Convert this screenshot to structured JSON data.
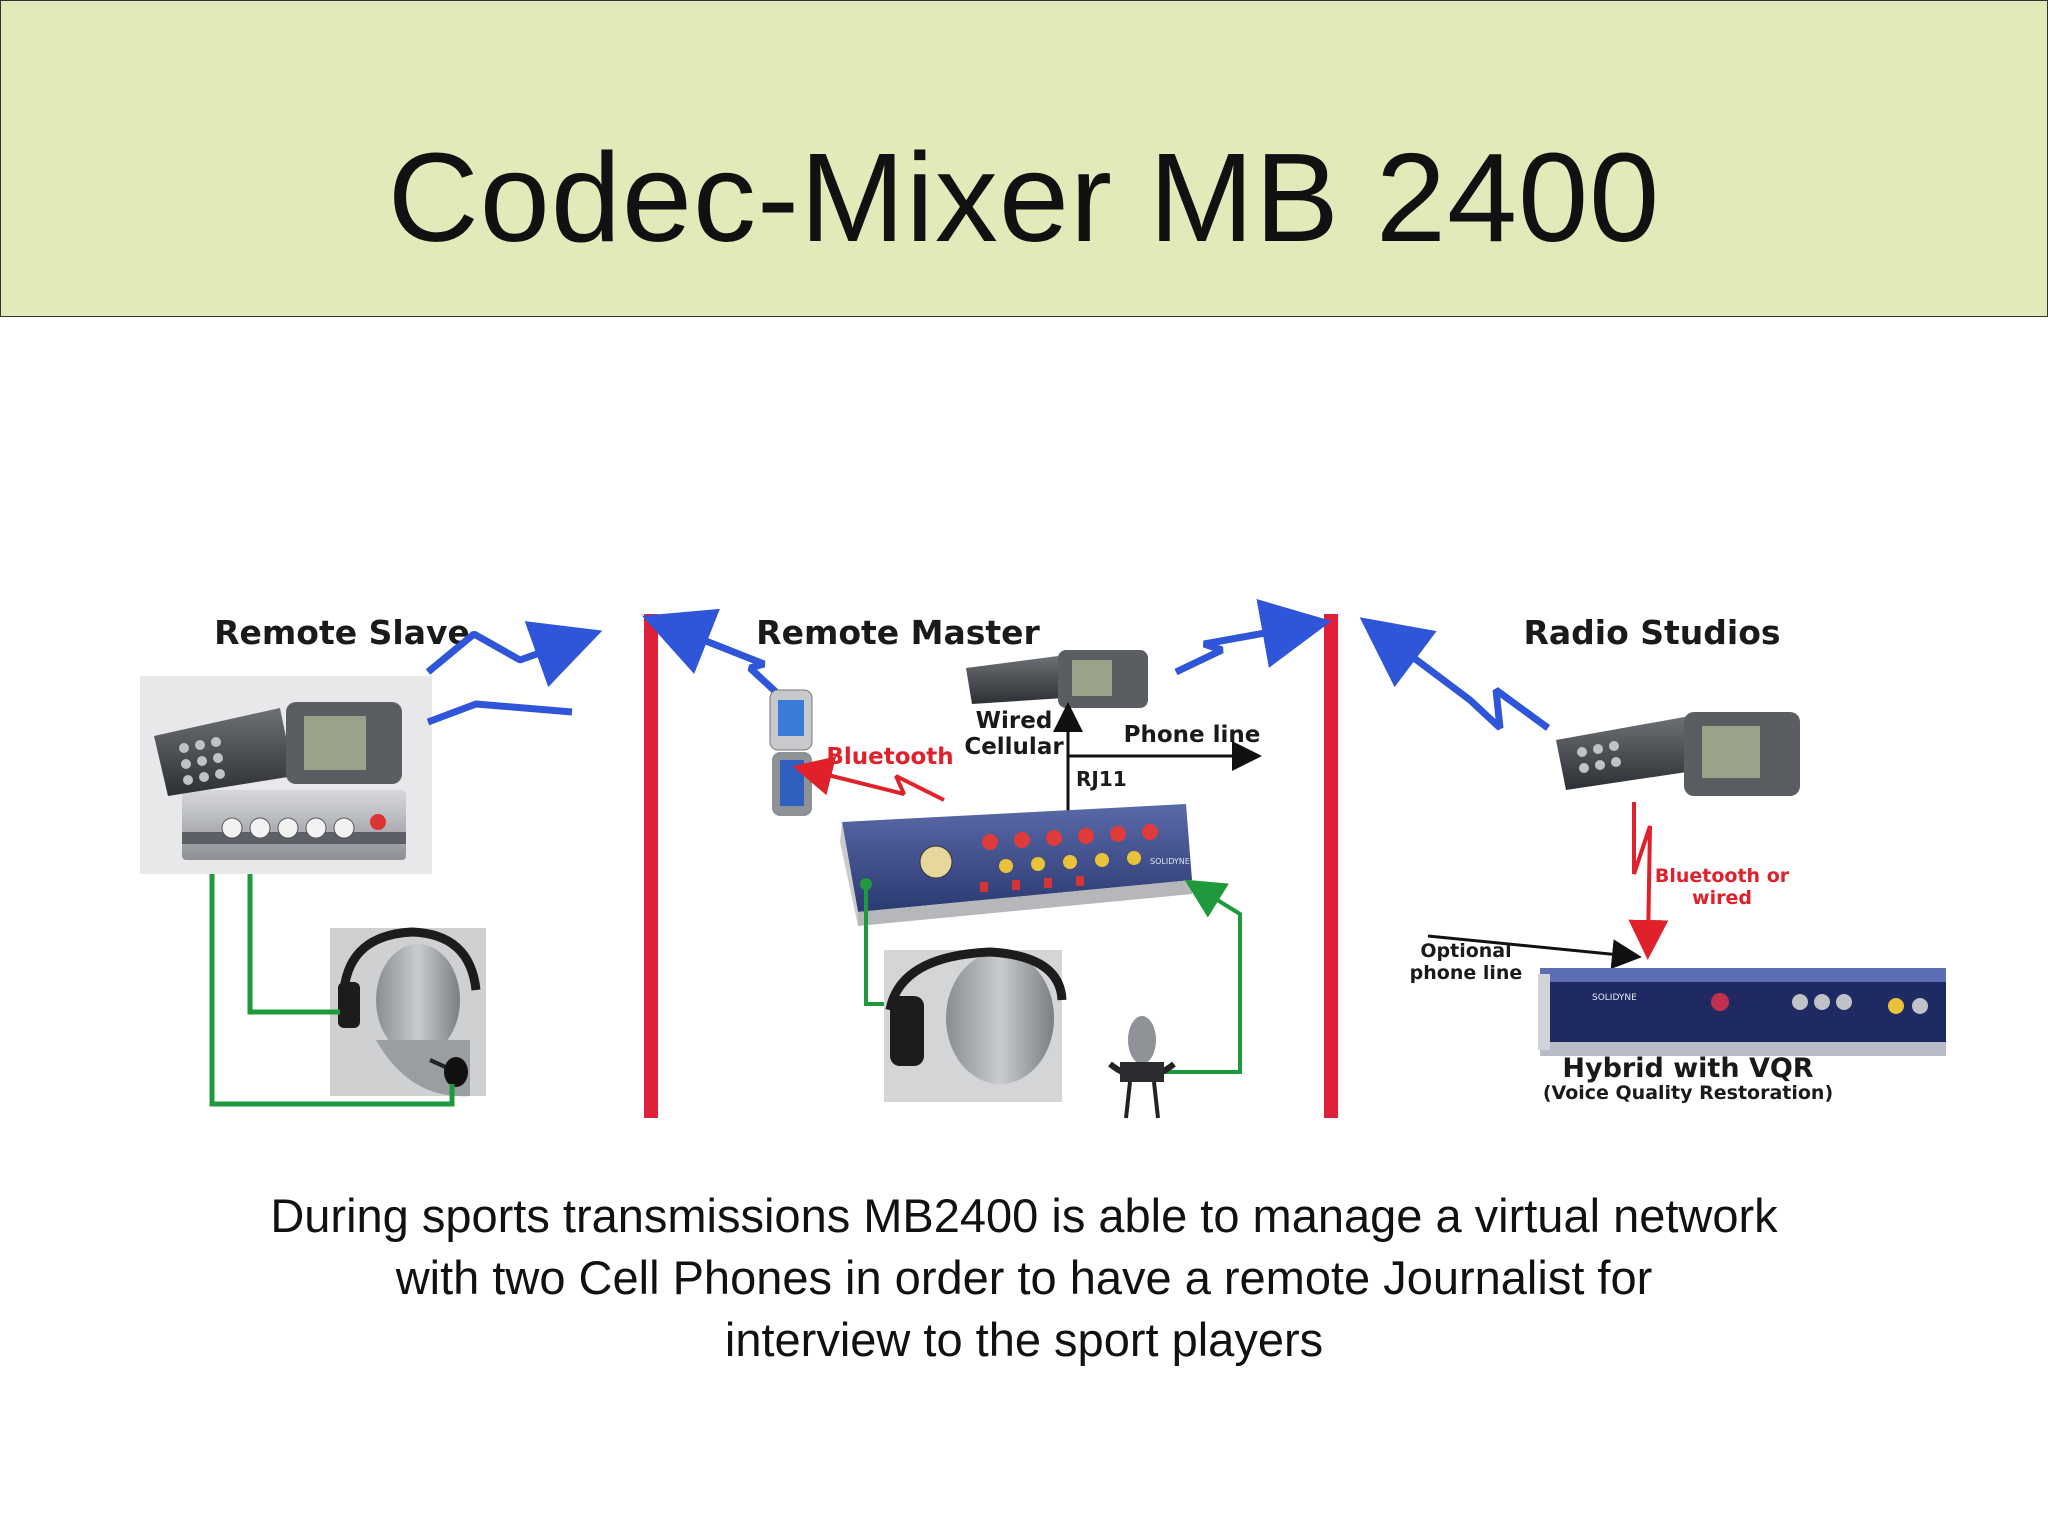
{
  "title": "Codec-Mixer MB 2400",
  "sections": {
    "remote_slave": "Remote Slave",
    "remote_master": "Remote Master",
    "radio_studios": "Radio Studios"
  },
  "labels": {
    "bluetooth": "Bluetooth",
    "wired": "Wired",
    "cellular": "Cellular",
    "phone_line": "Phone line",
    "rj11": "RJ11",
    "bluetooth_or": "Bluetooth or",
    "wired2": "wired",
    "optional": "Optional",
    "phone_line2": "phone line",
    "hybrid_title": "Hybrid with VQR",
    "hybrid_sub": "(Voice Quality Restoration)"
  },
  "device_labels": {
    "mixer_brand": "SOLIDYNE",
    "hybrid_brand": "SOLIDYNE"
  },
  "caption": {
    "line1": "During sports transmissions MB2400 is able to manage a virtual network",
    "line2": "with two Cell Phones in order to have a remote Journalist for",
    "line3": "interview to the sport players"
  },
  "colors": {
    "title_band": "#e3e9b8",
    "wireless_blue": "#2f55d8",
    "divider_red": "#e0203a",
    "cable_green": "#1e9a3c",
    "bluetooth_red": "#e0202a"
  }
}
